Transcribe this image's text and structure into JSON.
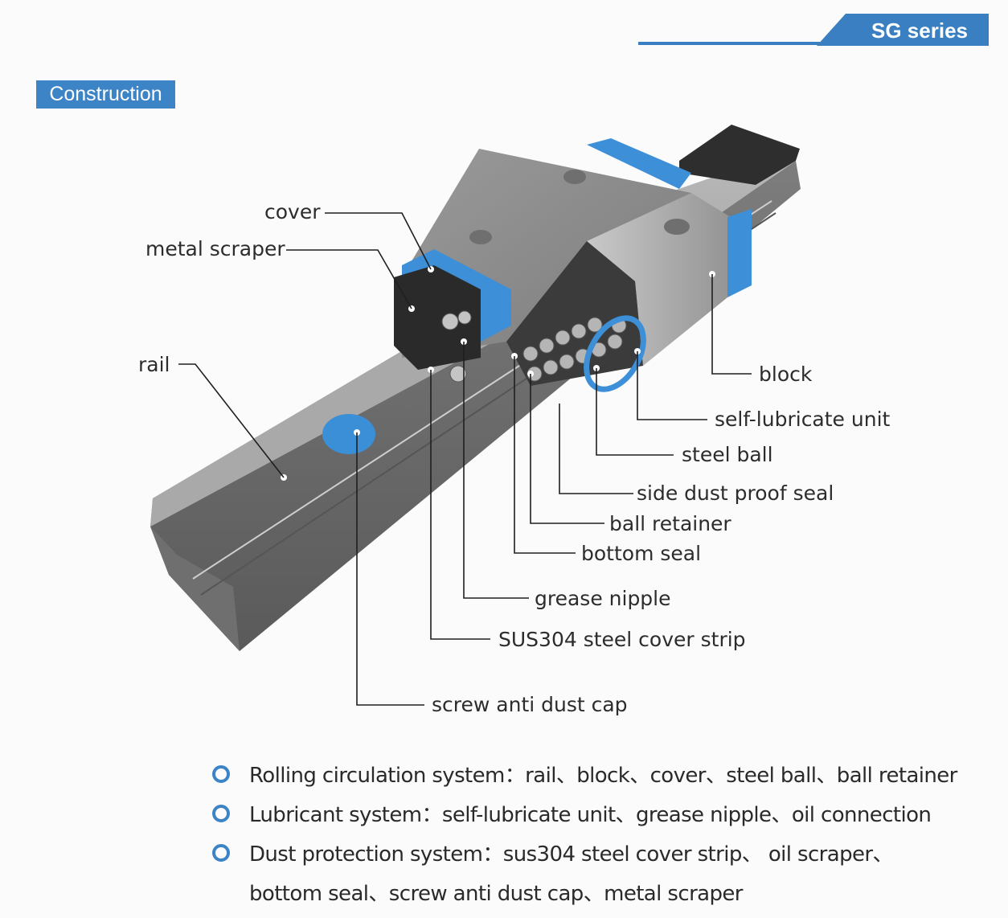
{
  "header": {
    "series_label": "SG series",
    "section_label": "Construction"
  },
  "labels": {
    "cover": "cover",
    "metal_scraper": "metal scraper",
    "rail": "rail",
    "block": "block",
    "self_lubricate_unit": "self-lubricate unit",
    "steel_ball": "steel ball",
    "side_dust_proof_seal": "side dust proof seal",
    "ball_retainer": "ball retainer",
    "bottom_seal": "bottom seal",
    "grease_nipple": "grease nipple",
    "sus304_cover_strip": "SUS304 steel cover strip",
    "screw_anti_dust_cap": "screw anti dust cap"
  },
  "systems": [
    {
      "text": "Rolling circulation system：rail、block、cover、steel ball、ball retainer"
    },
    {
      "text": "Lubricant system：self-lubricate unit、grease nipple、oil connection"
    },
    {
      "text": "Dust protection system：sus304 steel cover strip、 oil scraper、"
    },
    {
      "text": "bottom seal、screw anti dust cap、metal scraper"
    }
  ],
  "colors": {
    "accent": "#3d84c6",
    "steel": "#9a9a9a",
    "dark": "#2a2a2a"
  }
}
